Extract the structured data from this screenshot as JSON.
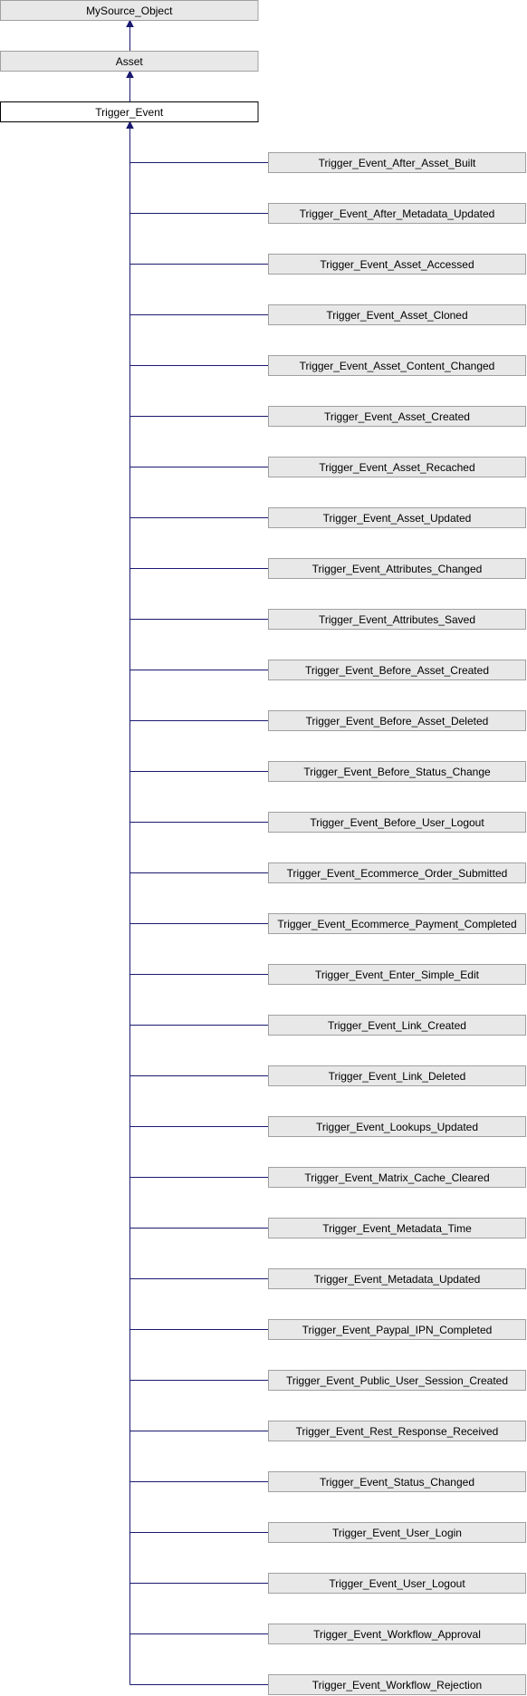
{
  "ancestors": [
    {
      "label": "MySource_Object"
    },
    {
      "label": "Asset"
    }
  ],
  "focus": {
    "label": "Trigger_Event"
  },
  "children": [
    {
      "label": "Trigger_Event_After_Asset_Built"
    },
    {
      "label": "Trigger_Event_After_Metadata_Updated"
    },
    {
      "label": "Trigger_Event_Asset_Accessed"
    },
    {
      "label": "Trigger_Event_Asset_Cloned"
    },
    {
      "label": "Trigger_Event_Asset_Content_Changed"
    },
    {
      "label": "Trigger_Event_Asset_Created"
    },
    {
      "label": "Trigger_Event_Asset_Recached"
    },
    {
      "label": "Trigger_Event_Asset_Updated"
    },
    {
      "label": "Trigger_Event_Attributes_Changed"
    },
    {
      "label": "Trigger_Event_Attributes_Saved"
    },
    {
      "label": "Trigger_Event_Before_Asset_Created"
    },
    {
      "label": "Trigger_Event_Before_Asset_Deleted"
    },
    {
      "label": "Trigger_Event_Before_Status_Change"
    },
    {
      "label": "Trigger_Event_Before_User_Logout"
    },
    {
      "label": "Trigger_Event_Ecommerce_Order_Submitted"
    },
    {
      "label": "Trigger_Event_Ecommerce_Payment_Completed"
    },
    {
      "label": "Trigger_Event_Enter_Simple_Edit"
    },
    {
      "label": "Trigger_Event_Link_Created"
    },
    {
      "label": "Trigger_Event_Link_Deleted"
    },
    {
      "label": "Trigger_Event_Lookups_Updated"
    },
    {
      "label": "Trigger_Event_Matrix_Cache_Cleared"
    },
    {
      "label": "Trigger_Event_Metadata_Time"
    },
    {
      "label": "Trigger_Event_Metadata_Updated"
    },
    {
      "label": "Trigger_Event_Paypal_IPN_Completed"
    },
    {
      "label": "Trigger_Event_Public_User_Session_Created"
    },
    {
      "label": "Trigger_Event_Rest_Response_Received"
    },
    {
      "label": "Trigger_Event_Status_Changed"
    },
    {
      "label": "Trigger_Event_User_Login"
    },
    {
      "label": "Trigger_Event_User_Logout"
    },
    {
      "label": "Trigger_Event_Workflow_Approval"
    },
    {
      "label": "Trigger_Event_Workflow_Rejection"
    }
  ],
  "colors": {
    "edge": "#191970",
    "node_fill": "#e8e8e8",
    "node_border": "#a0a0a0",
    "focus_fill": "#ffffff",
    "focus_border": "#000000"
  }
}
